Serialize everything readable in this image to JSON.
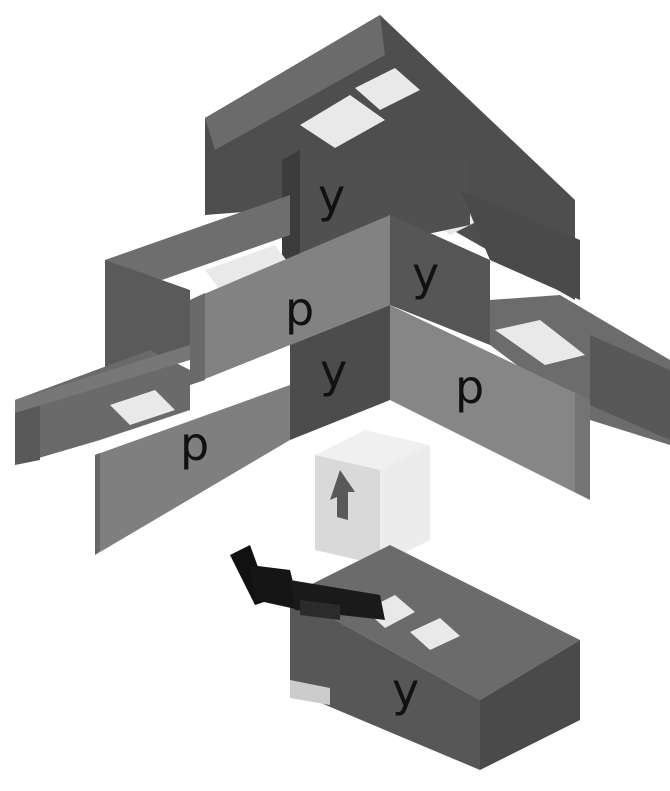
{
  "colors": {
    "background": "#ffffff",
    "dark_face": "#505050",
    "dark_face_shade": "#3f3f3f",
    "top_face": "#6e6e6e",
    "mid_face": "#6a6a6a",
    "light_face": "#858585",
    "light_face_shade": "#767676",
    "hole": "#e9e9e9",
    "letter": "#111111",
    "card": "#dcdcdc",
    "tool": "#151515"
  },
  "labels": {
    "top": "y",
    "center": "p",
    "right_upper": "y",
    "center_lower": "y",
    "left_lower": "p",
    "right_lower": "p",
    "single": "y"
  },
  "icons": {
    "card": "card-with-arrow-icon",
    "tool": "pointing-tool-icon"
  }
}
